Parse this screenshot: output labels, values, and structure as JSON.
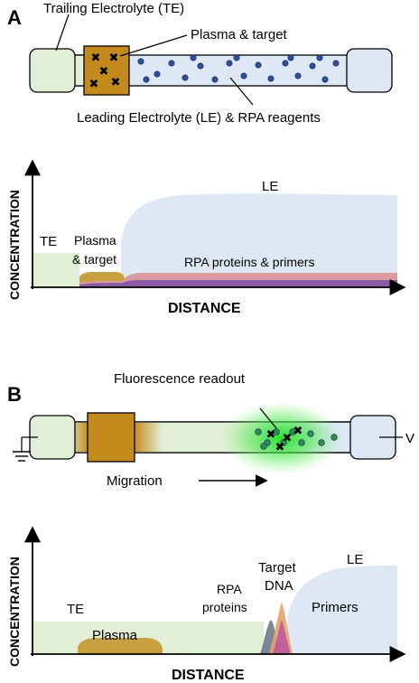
{
  "panel_a": {
    "letter": "A",
    "callout_te": "Trailing Electrolyte (TE)",
    "callout_plasma": "Plasma & target",
    "callout_le": "Leading Electrolyte (LE) & RPA reagents",
    "graph_le": "LE",
    "graph_te": "TE",
    "graph_plasma_line1": "Plasma",
    "graph_plasma_line2": "& target",
    "graph_rpa": "RPA proteins & primers",
    "x_axis": "DISTANCE",
    "y_axis": "CONCENTRATION"
  },
  "panel_b": {
    "letter": "B",
    "callout_fluorescence": "Fluorescence readout",
    "voltage_label": "V",
    "migration_label": "Migration",
    "graph_te": "TE",
    "graph_plasma": "Plasma",
    "graph_rpa_line1": "RPA",
    "graph_rpa_line2": "proteins",
    "graph_target_line1": "Target",
    "graph_target_line2": "DNA",
    "graph_primers": "Primers",
    "graph_le": "LE",
    "x_axis": "DISTANCE",
    "y_axis": "CONCENTRATION"
  },
  "colors": {
    "te_fill": "#e3eed6",
    "le_fill": "#dde8f4",
    "plasma_fill": "#c58a1e",
    "bead_fill": "#2f4f9c",
    "rpa_band": "#d99aa0",
    "primer_band": "#8a5ca6",
    "fluorescence": "#39e639"
  }
}
